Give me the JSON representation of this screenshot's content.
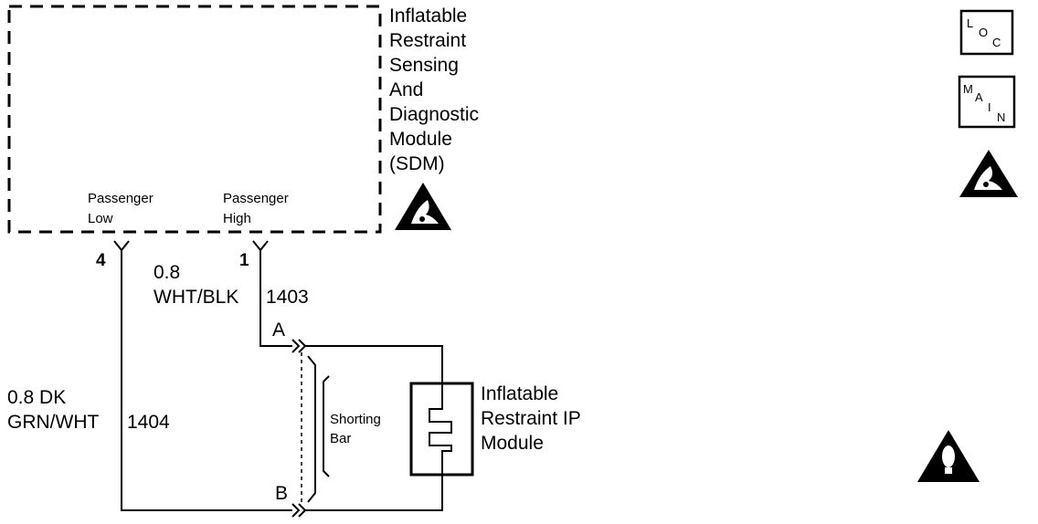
{
  "sdm": {
    "title_lines": [
      "Inflatable",
      "Restraint",
      "Sensing",
      "And",
      "Diagnostic",
      "Module",
      "(SDM)"
    ],
    "terminal_low": [
      "Passenger",
      "Low"
    ],
    "terminal_high": [
      "Passenger",
      "High"
    ],
    "pin_low": "4",
    "pin_high": "1"
  },
  "wires": {
    "high_gauge": "0.8",
    "high_color": "WHT/BLK",
    "high_circuit": "1403",
    "low_gauge_color": "0.8 DK",
    "low_color": "GRN/WHT",
    "low_circuit": "1404"
  },
  "connector": {
    "pin_a": "A",
    "pin_b": "B",
    "shorting_bar": [
      "Shorting",
      "Bar"
    ]
  },
  "ip_module": {
    "title_lines": [
      "Inflatable",
      "Restraint IP",
      "Module"
    ]
  },
  "side_icons": {
    "loc": [
      "L",
      "O",
      "C"
    ],
    "main": [
      "M",
      "A",
      "I",
      "N"
    ],
    "esd_icon": "esd-warning-icon",
    "caution_icon": "caution-triangle-icon"
  }
}
